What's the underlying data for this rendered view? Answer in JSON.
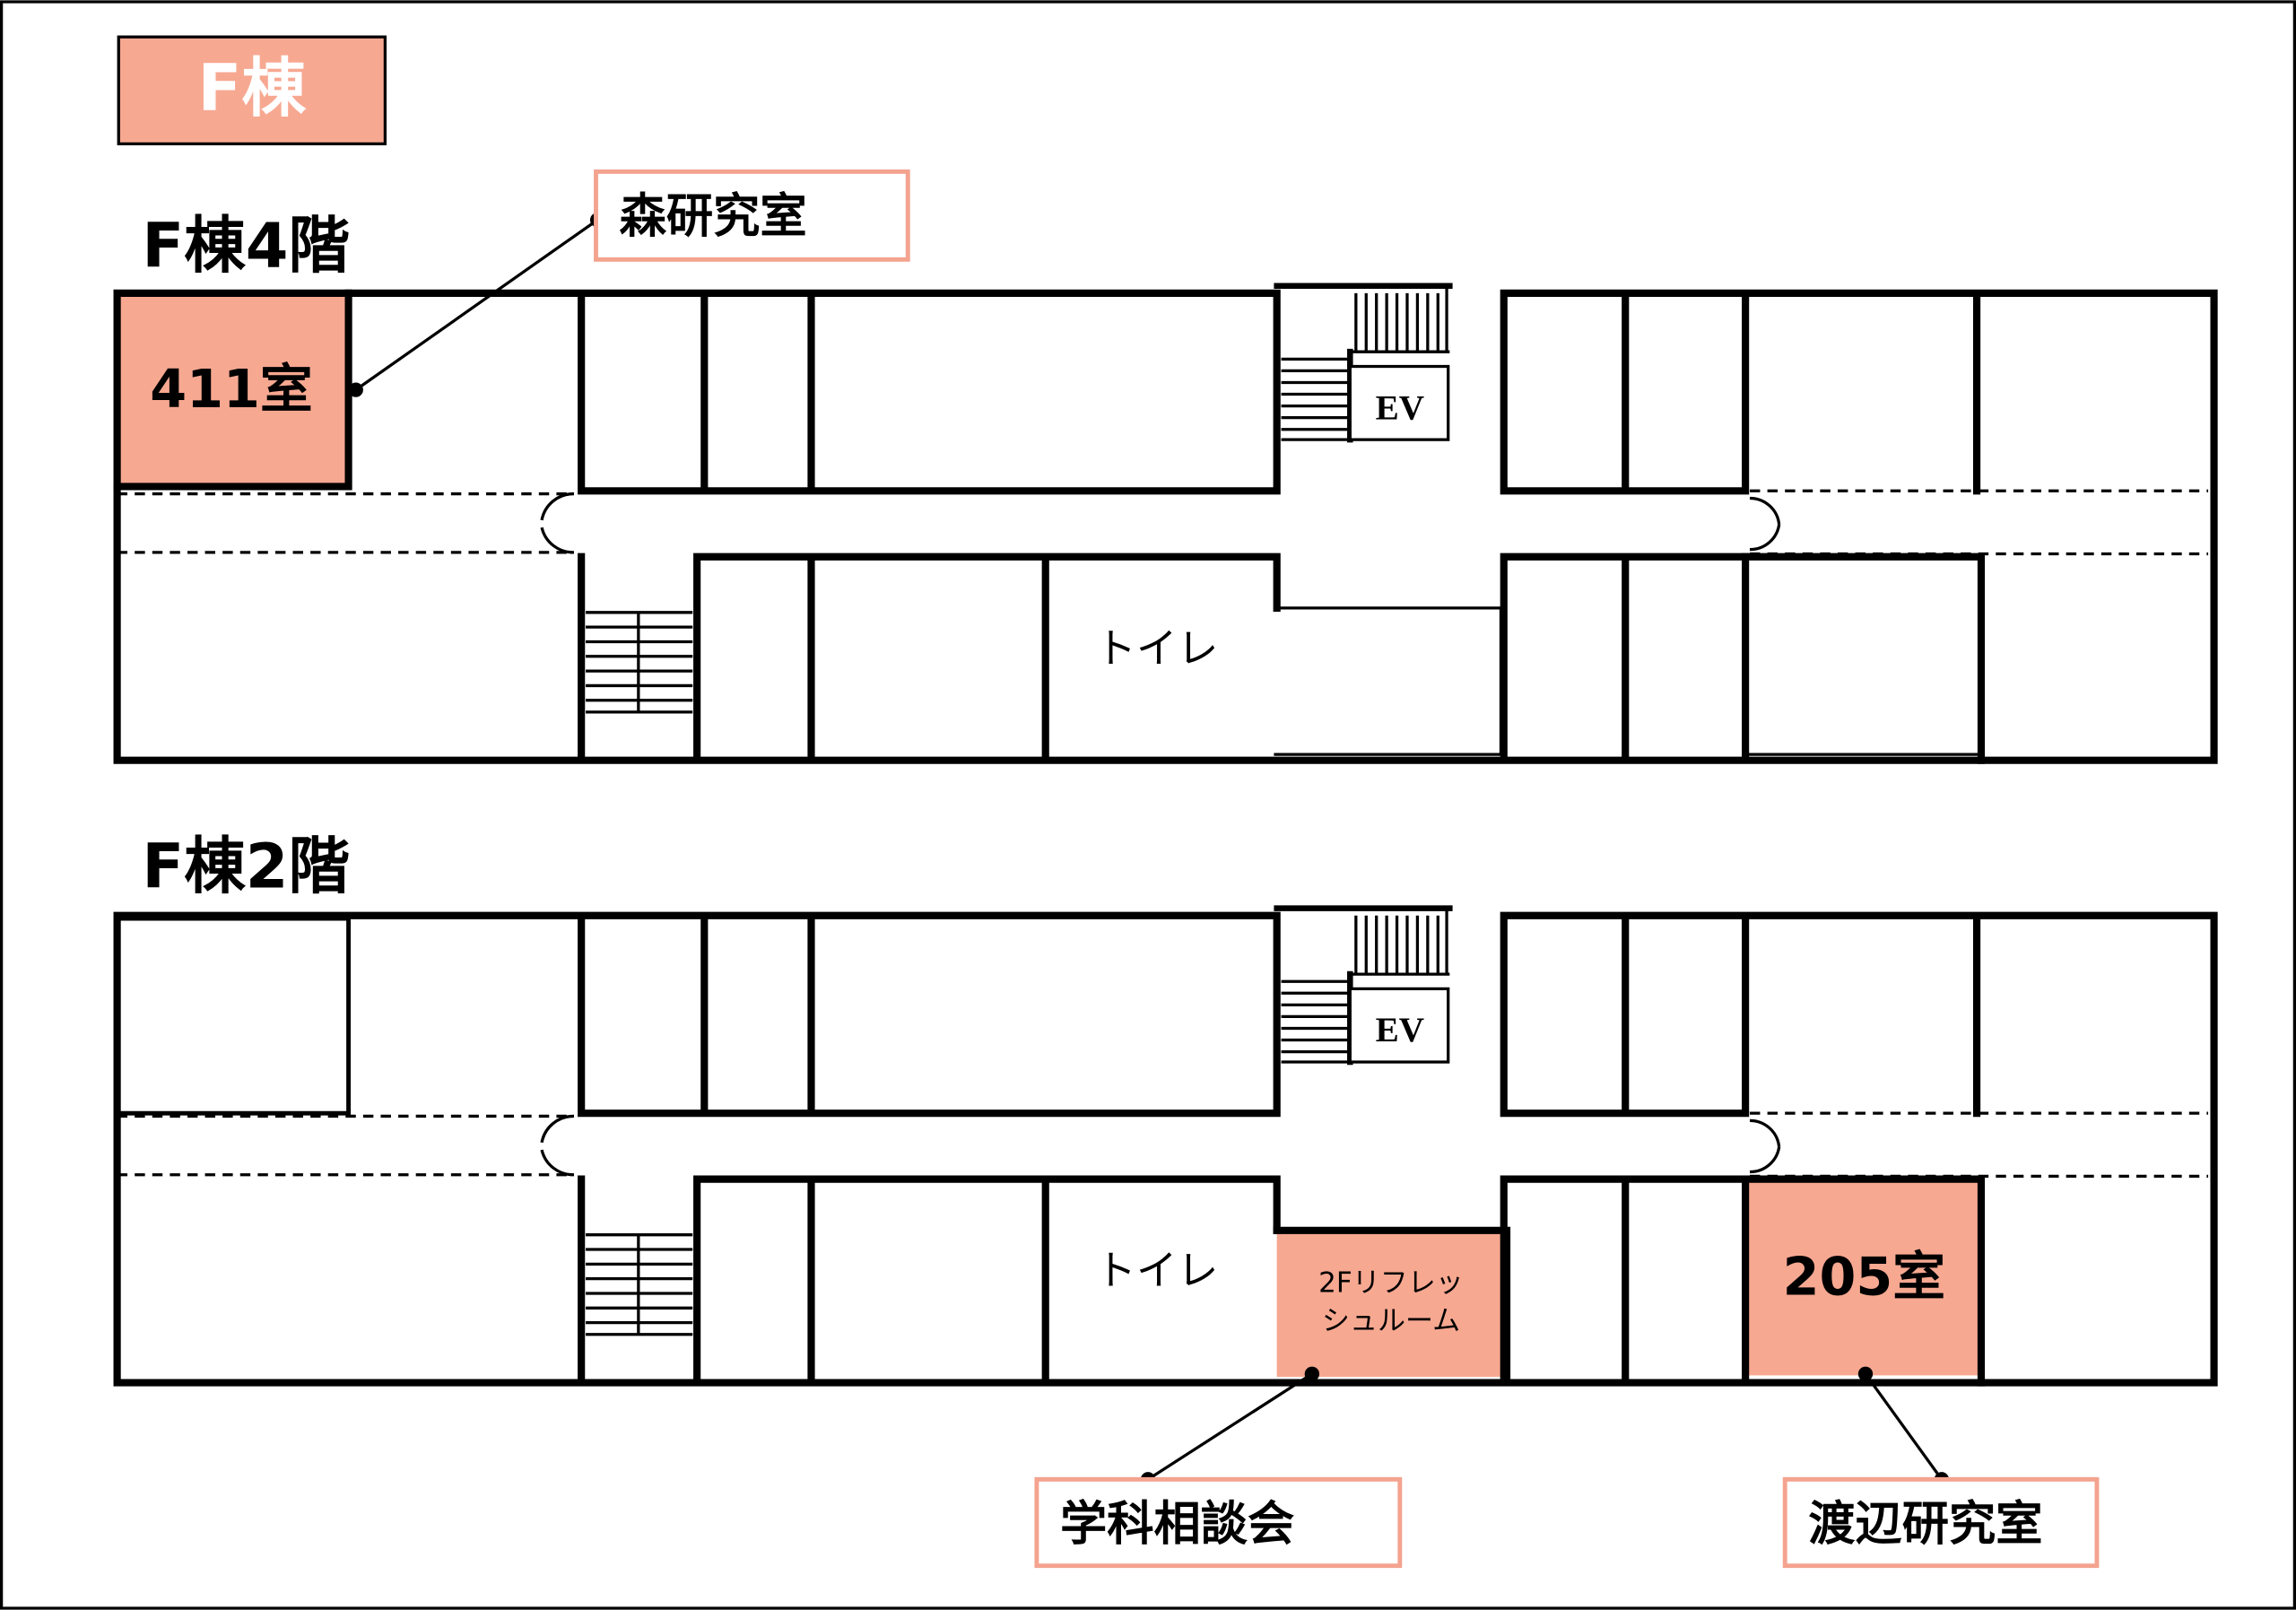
{
  "building_label": "F棟",
  "floors": [
    {
      "title": "F棟4階",
      "restroom": "トイレ",
      "elevator": "EV",
      "highlight_room": "411室"
    },
    {
      "title": "F棟2階",
      "restroom": "トイレ",
      "elevator": "EV",
      "highlight_room": "205室",
      "refresh_room": [
        "2Fリフレッ",
        "シュルーム"
      ]
    }
  ],
  "callouts": {
    "mori_lab": "森研究室",
    "consultation": "学科相談会",
    "watanabe_lab": "渡辺研究室"
  },
  "colors": {
    "highlight": "#F7A891",
    "callout_border": "#F4A38F"
  }
}
